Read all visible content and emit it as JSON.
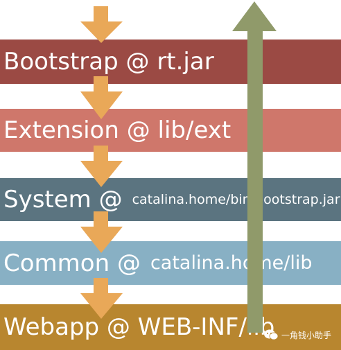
{
  "layers": [
    {
      "id": "bootstrap",
      "main": "Bootstrap @ rt.jar",
      "path": "",
      "color": "#9b4a44"
    },
    {
      "id": "extension",
      "main": "Extension @ lib/ext",
      "path": "",
      "color": "#cf776b"
    },
    {
      "id": "system",
      "main": "System @",
      "path": "catalina.home/bin/bootstrap.jar",
      "color": "#5b7480"
    },
    {
      "id": "common",
      "main": "Common @",
      "path": "catalina.home/lib",
      "color": "#88b0c4"
    },
    {
      "id": "webapp",
      "main": "Webapp @ WEB-INF/lib",
      "path": "",
      "color": "#b8862f"
    }
  ],
  "arrows": {
    "down_color": "#e9a858",
    "up_color": "#909a6a"
  },
  "watermark": {
    "icon": "wechat-icon",
    "text": "一角钱小助手"
  }
}
